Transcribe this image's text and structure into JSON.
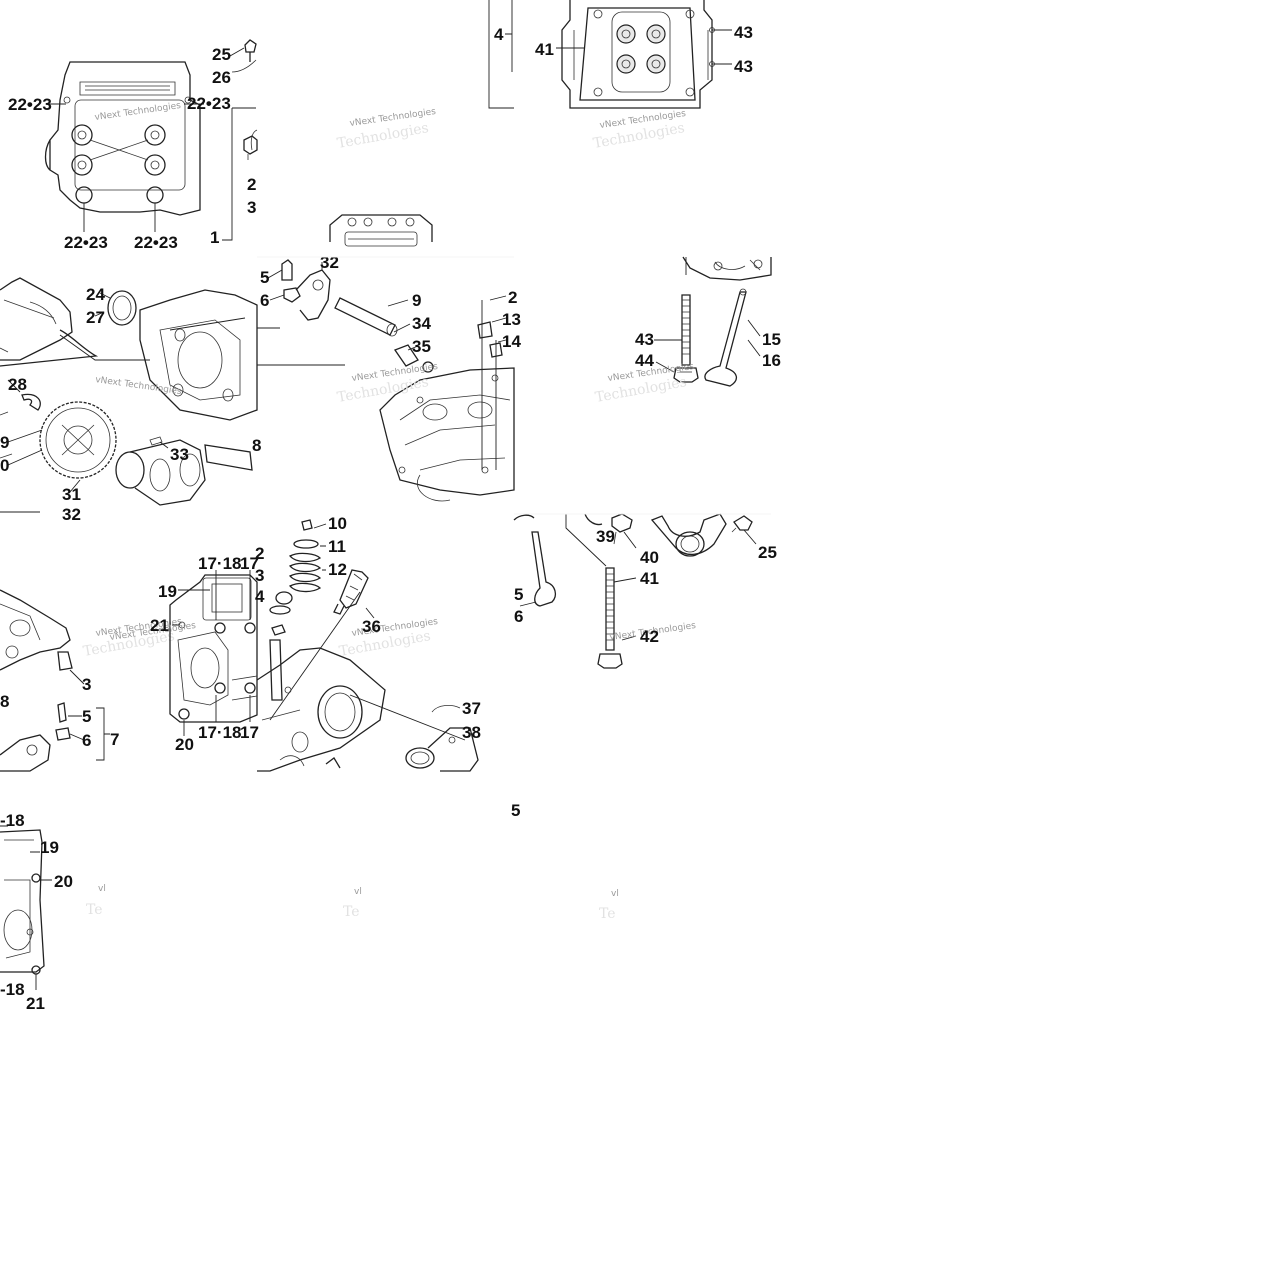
{
  "watermark": {
    "brand": "vNext Technologies"
  },
  "labels": {
    "t1": [
      "25",
      "26",
      "22•23",
      "22•23",
      "22•23",
      "22•23",
      "1",
      "2",
      "3"
    ],
    "t3": [
      "4",
      "41",
      "43",
      "43"
    ],
    "t4": [
      "24",
      "27",
      "28",
      "9",
      "0",
      "31",
      "32",
      "33"
    ],
    "t5": [
      "5",
      "6",
      "32",
      "9",
      "34",
      "35",
      "8",
      "2",
      "13",
      "14"
    ],
    "t6": [
      "43",
      "44",
      "15",
      "16"
    ],
    "t7": [
      "3",
      "5",
      "6",
      "7",
      "8"
    ],
    "t8": [
      "19",
      "21",
      "20",
      "17·18",
      "17·18",
      "17",
      "17",
      "2",
      "3",
      "4"
    ],
    "t9": [
      "10",
      "11",
      "12",
      "36",
      "37",
      "38"
    ],
    "t10": [
      "39",
      "40",
      "41",
      "42",
      "5",
      "6",
      "25"
    ],
    "t11": [
      "-18",
      "19",
      "20",
      "-18",
      "21"
    ],
    "t12": [
      "5"
    ],
    "t13": [
      "vl",
      "vl",
      "vl"
    ]
  }
}
